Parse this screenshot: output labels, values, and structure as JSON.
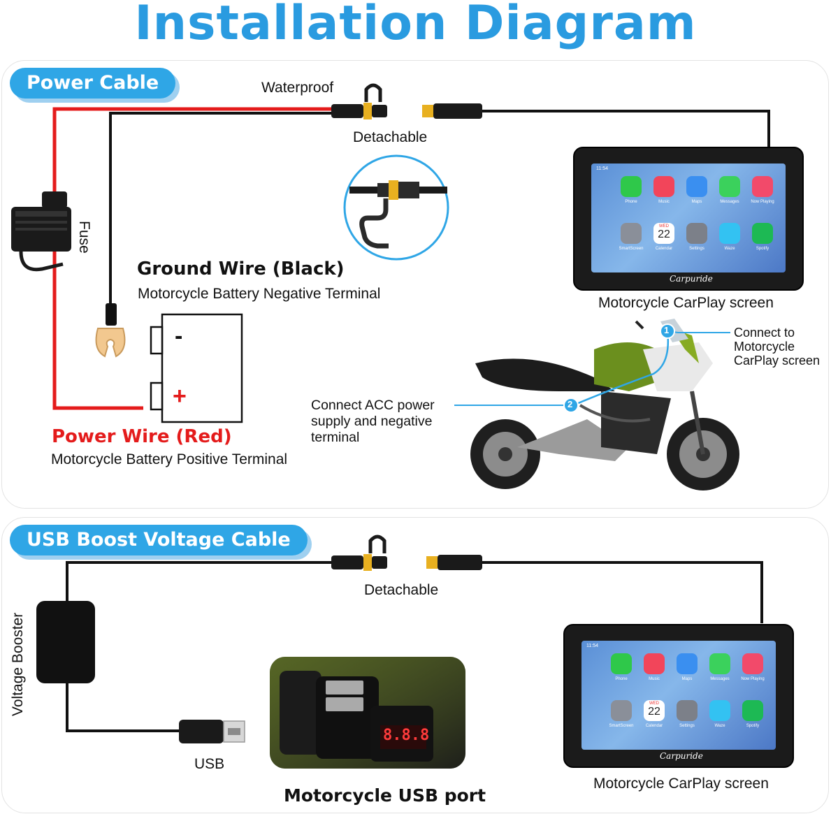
{
  "title": "Installation Diagram",
  "power_section": {
    "pill": "Power Cable",
    "waterproof": "Waterproof",
    "detachable": "Detachable",
    "fuse": "Fuse",
    "ground_heading": "Ground Wire (Black)",
    "ground_sub": "Motorcycle Battery Negative Terminal",
    "battery_minus": "-",
    "battery_plus": "+",
    "power_heading": "Power Wire (Red)",
    "power_sub": "Motorcycle Battery Positive Terminal",
    "screen_caption": "Motorcycle CarPlay screen",
    "callout_1": "Connect to\nMotorcycle\nCarPlay screen",
    "callout_2": "Connect ACC power\nsupply and negative\nterminal",
    "marker_1": "1",
    "marker_2": "2"
  },
  "usb_section": {
    "pill": "USB Boost Voltage Cable",
    "detachable": "Detachable",
    "booster": "Voltage Booster",
    "usb": "USB",
    "usb_port_heading": "Motorcycle USB port",
    "screen_caption": "Motorcycle CarPlay screen",
    "usb_display": "8.8.8"
  },
  "screen": {
    "time": "11:54",
    "brand": "Carpuride",
    "calendar_day": "WED",
    "calendar_date": "22",
    "apps_row1": [
      "Phone",
      "Music",
      "Maps",
      "Messages",
      "Now Playing"
    ],
    "apps_row2": [
      "SmartScreen",
      "Calendar",
      "Settings",
      "Waze",
      "Spotify"
    ],
    "app_colors_row1": [
      "#2fc84a",
      "#f2455a",
      "#3a8ff0",
      "#3bd15c",
      "#f24a6a"
    ],
    "app_colors_row2": [
      "#8a8f99",
      "#ffffff",
      "#7c8089",
      "#33c2f2",
      "#1db954"
    ]
  },
  "colors": {
    "accent": "#2a9be0",
    "red_wire": "#e41b1b",
    "black_wire": "#111111",
    "connector_yellow": "#e8b020"
  }
}
